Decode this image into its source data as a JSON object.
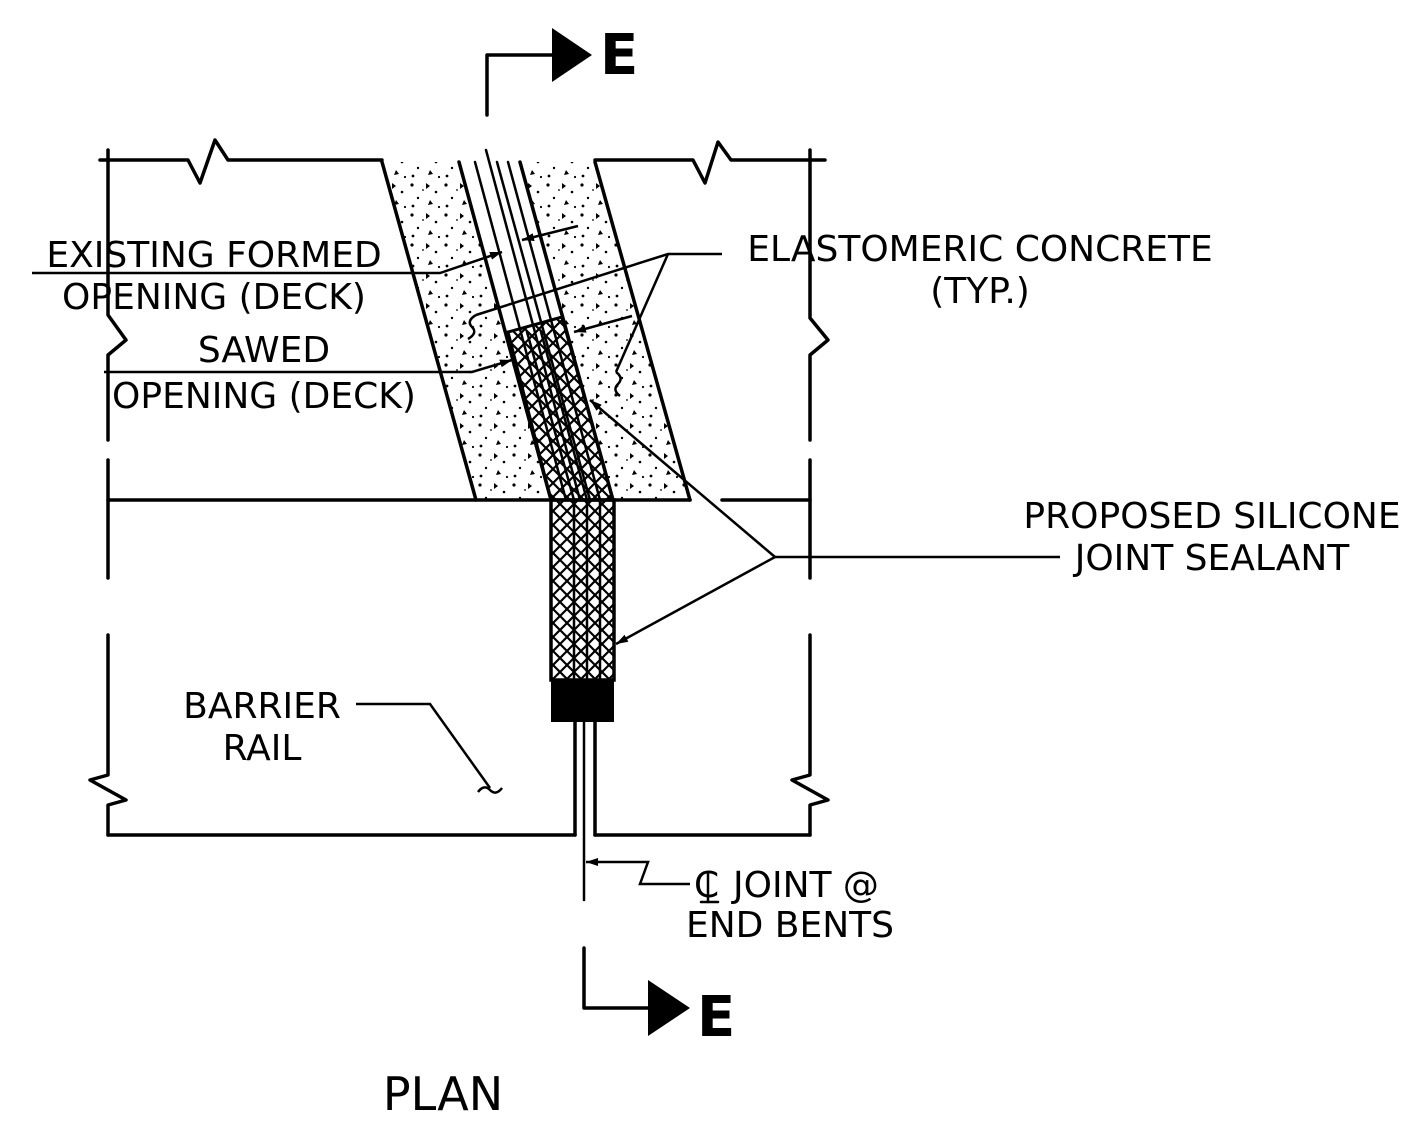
{
  "labels": {
    "existing_formed_opening": [
      "EXISTING FORMED",
      "OPENING (DECK)"
    ],
    "sawed_opening": [
      "SAWED",
      "OPENING (DECK)"
    ],
    "elastomeric_concrete": [
      "ELASTOMERIC CONCRETE",
      "(TYP.)"
    ],
    "proposed_silicone_joint_sealant": [
      "PROPOSED SILICONE",
      "JOINT SEALANT"
    ],
    "barrier_rail": [
      "BARRIER",
      "RAIL"
    ],
    "joint_at_end_bents": [
      "JOINT @",
      "END BENTS"
    ],
    "centerline_symbol": "C"
  },
  "section_marks": {
    "top": "E",
    "bottom": "E"
  },
  "view_title": "PLAN"
}
